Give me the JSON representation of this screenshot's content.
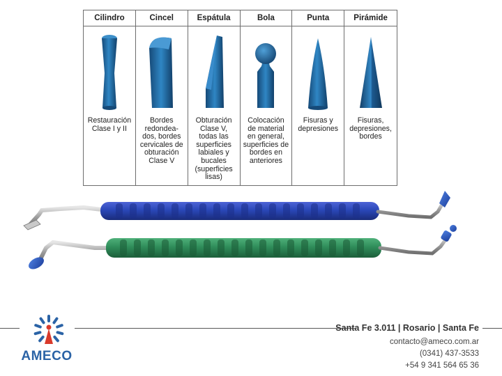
{
  "tips": [
    {
      "name": "Cilindro",
      "shape": "cylinder",
      "description": "Restauración\nClase I y II"
    },
    {
      "name": "Cincel",
      "shape": "chisel",
      "description": "Bordes\nredondea-\ndos, bordes\ncervicales de\nobturación\nClase V"
    },
    {
      "name": "Espátula",
      "shape": "spatula",
      "description": "Obturación\nClase V,\ntodas las\nsuperficies\nlabiales y\nbucales\n(superficies\nlisas)"
    },
    {
      "name": "Bola",
      "shape": "ball",
      "description": "Colocación\nde material\nen general,\nsuperficies de\nbordes en\nanteriores"
    },
    {
      "name": "Punta",
      "shape": "point",
      "description": "Fisuras y\ndepresiones"
    },
    {
      "name": "Pirámide",
      "shape": "pyramid",
      "description": "Fisuras,\ndepresiones,\nbordes"
    }
  ],
  "colors": {
    "tip_blue": "#1f5f96",
    "handle_blue": "#2a47b8",
    "handle_green": "#2f8d5a",
    "logo_blue": "#2b63a6",
    "logo_red": "#d93a2b"
  },
  "footer": {
    "brand": "AMECO",
    "address": "Santa Fe 3.011 | Rosario | Santa Fe",
    "email": "contacto@ameco.com.ar",
    "phone": "(0341) 437-3533",
    "mobile": "+54 9 341 564 65 36"
  }
}
